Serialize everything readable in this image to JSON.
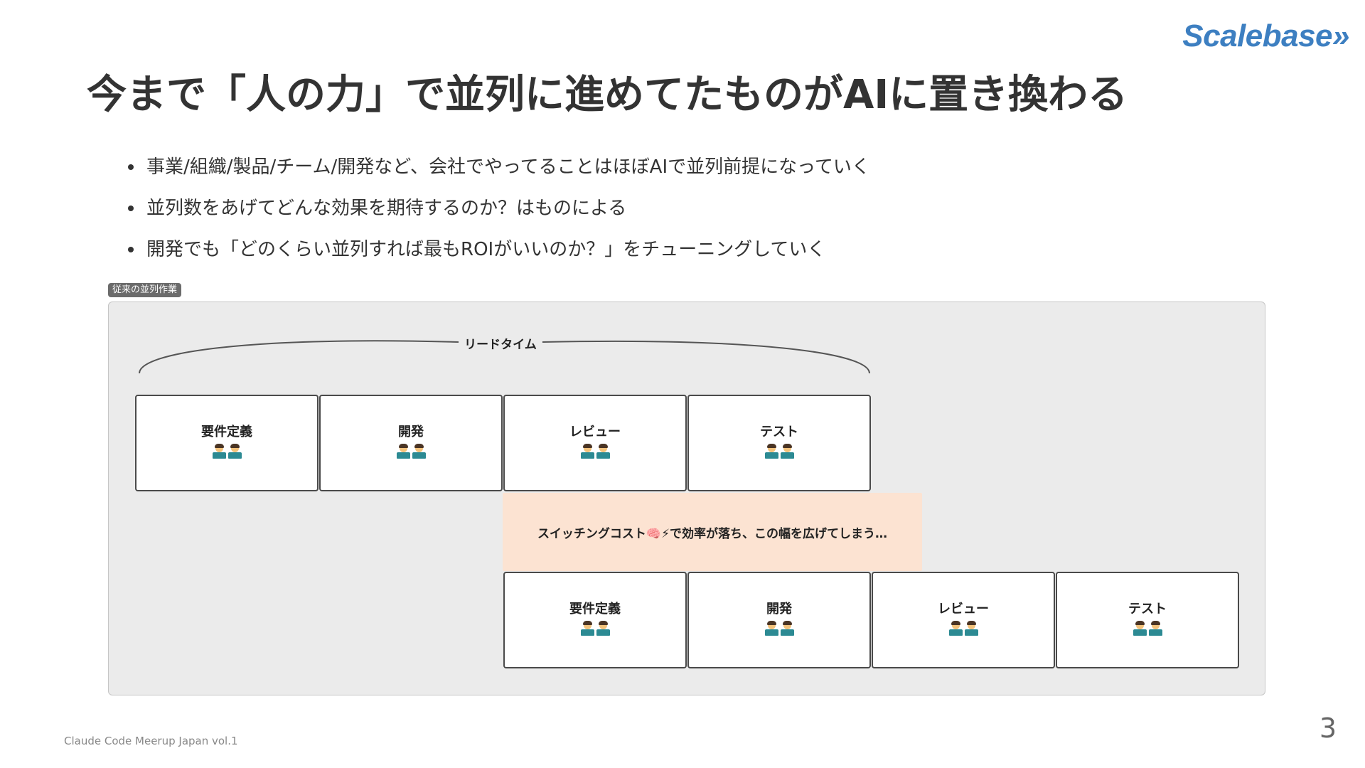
{
  "logo": {
    "text": "Scalebase»",
    "color": "#3d7fc1"
  },
  "title": "今まで「人の力」で並列に進めてたものがAIに置き換わる",
  "bullets": [
    "事業/組織/製品/チーム/開発など、会社でやってることはほぼAIで並列前提になっていく",
    "並列数をあげてどんな効果を期待するのか？はものによる",
    "開発でも「どのくらい並列すれば最もROIがいいのか？」をチューニングしていく"
  ],
  "diagram": {
    "frame_label": "従来の並列作業",
    "leadtime_label": "リードタイム",
    "row1": [
      {
        "label": "要件定義",
        "icon": "two-people-with-laptops-icon"
      },
      {
        "label": "開発",
        "icon": "two-people-with-laptops-icon"
      },
      {
        "label": "レビュー",
        "icon": "two-people-with-laptops-icon"
      },
      {
        "label": "テスト",
        "icon": "two-people-with-laptops-icon"
      }
    ],
    "switching_note": "スイッチングコスト🧠⚡で効率が落ち、この幅を広げてしまう…",
    "switching_bg": "#fce3d2",
    "row2": [
      {
        "label": "要件定義",
        "icon": "two-people-with-laptops-icon"
      },
      {
        "label": "開発",
        "icon": "two-people-with-laptops-icon"
      },
      {
        "label": "レビュー",
        "icon": "two-people-with-laptops-icon"
      },
      {
        "label": "テスト",
        "icon": "two-people-with-laptops-icon"
      }
    ]
  },
  "footer": "Claude Code Meerup Japan vol.1",
  "page_number": "3"
}
